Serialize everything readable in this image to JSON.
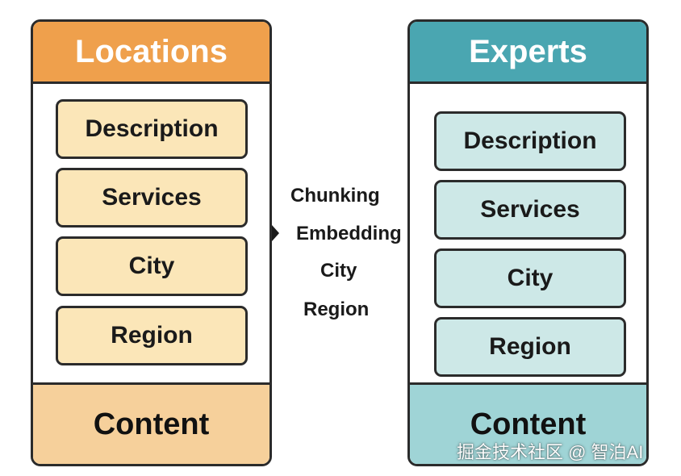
{
  "locations": {
    "title": "Locations",
    "fields": [
      "Description",
      "Services",
      "City",
      "Region"
    ],
    "footer": "Content",
    "header_color": "#efa04c",
    "field_color": "#fbe6b8",
    "footer_color": "#f6d09b"
  },
  "pipeline": {
    "steps": [
      "Chunking",
      "Embedding",
      "City",
      "Region"
    ]
  },
  "experts": {
    "title": "Experts",
    "fields": [
      "Description",
      "Services",
      "City",
      "Region"
    ],
    "footer": "Content",
    "header_color": "#4aa6b1",
    "field_color": "#cde8e7",
    "footer_color": "#9fd4d6"
  },
  "watermark": "掘金技术社区 @ 智泊AI"
}
